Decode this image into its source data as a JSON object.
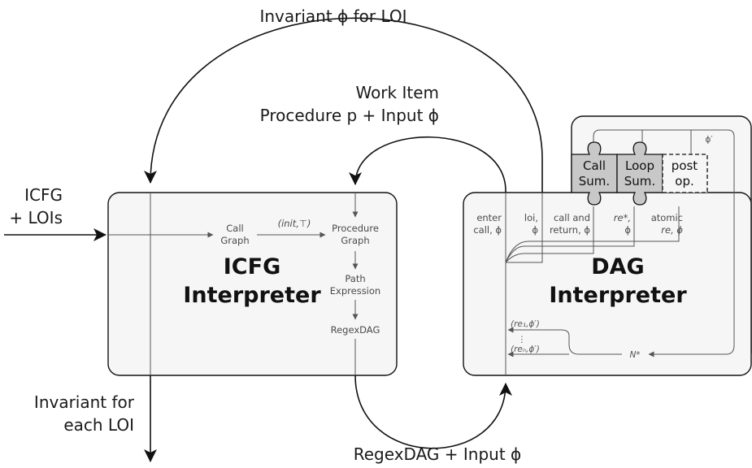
{
  "labels": {
    "top_invariant": "Invariant ϕ for LOI",
    "work_item_1": "Work Item",
    "work_item_2": "Procedure p + Input ϕ",
    "input_1": "ICFG",
    "input_2": "+ LOIs",
    "output_1": "Invariant for",
    "output_2": "each LOI",
    "bottom_flow": "RegexDAG + Input ϕ"
  },
  "icfg_interpreter": {
    "title_1": "ICFG",
    "title_2": "Interpreter",
    "call_graph_1": "Call",
    "call_graph_2": "Graph",
    "init_top": "(init,⊤)",
    "procedure_graph_1": "Procedure",
    "procedure_graph_2": "Graph",
    "path_expression_1": "Path",
    "path_expression_2": "Expression",
    "regexdag": "RegexDAG"
  },
  "dag_interpreter": {
    "title_1": "DAG",
    "title_2": "Interpreter",
    "enter_call_1": "enter",
    "enter_call_2": "call, ϕ",
    "loi_1": "loi,",
    "loi_2": "ϕ",
    "call_return_1": "call and",
    "call_return_2": "return, ϕ",
    "re_star_1": "re*,",
    "re_star_2": "ϕ",
    "atomic_1": "atomic",
    "atomic_2": "re, ϕ",
    "phi_prime": "ϕ′",
    "re1_phi": "(re₁,ϕ′)",
    "dots": "⋮",
    "ren_phi": "(reₙ,ϕ′)",
    "n_star": "N*"
  },
  "puzzle_pieces": {
    "call_sum_1": "Call",
    "call_sum_2": "Sum.",
    "loop_sum_1": "Loop",
    "loop_sum_2": "Sum.",
    "post_op_1": "post",
    "post_op_2": "op."
  },
  "colors": {
    "box_fill": "#f6f6f6",
    "puzzle_fill": "#c8c8c8",
    "stroke": "#111111"
  }
}
